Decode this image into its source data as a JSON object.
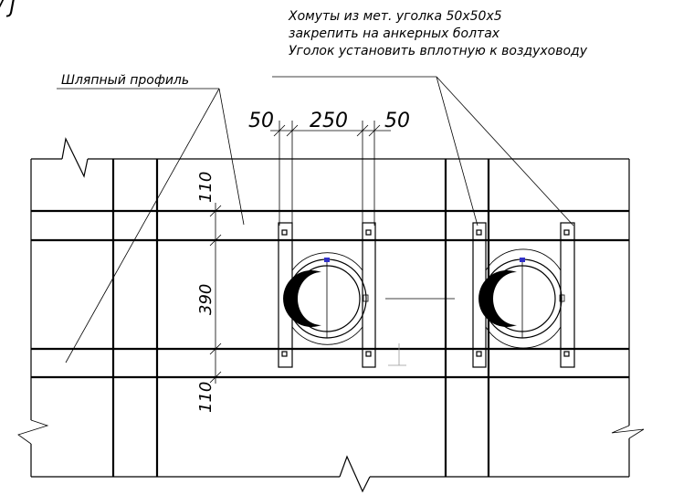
{
  "drawing": {
    "sheet_mark": "/ J",
    "notes": {
      "line1": "Хомуты из  мет. уголка 50х50х5",
      "line2": "закрепить на анкерных болтах",
      "line3": "Уголок установить вплотную к воздуховоду"
    },
    "profile_label": "Шляпный профиль",
    "dimensions": {
      "top_left": "50",
      "top_middle": "250",
      "top_right": "50",
      "vertical_top": "110",
      "vertical_middle": "390",
      "vertical_bottom": "110"
    },
    "colors": {
      "ink": "#000000",
      "accent": "#3030c8",
      "background": "#ffffff"
    }
  }
}
